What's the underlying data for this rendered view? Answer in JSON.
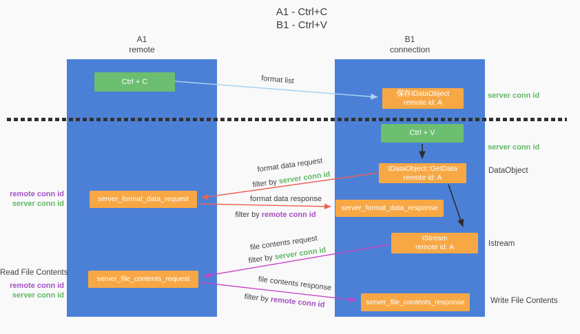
{
  "title": {
    "line1": "A1 - Ctrl+C",
    "line2": "B1 - Ctrl+V"
  },
  "lanes": {
    "a": {
      "title": "A1",
      "subtitle": "remote"
    },
    "b": {
      "title": "B1",
      "subtitle": "connection"
    }
  },
  "boxes": {
    "ctrl_c": {
      "label": "Ctrl + C"
    },
    "save_dataobject": {
      "line1": "保存IDataObject",
      "line2": "remote id: A"
    },
    "ctrl_v": {
      "label": "Ctrl + V"
    },
    "getdata": {
      "line1": "IDataObject::GetData",
      "line2": "remote id: A"
    },
    "format_request": {
      "label": "server_format_data_request"
    },
    "format_response": {
      "label": "server_format_data_response"
    },
    "istream": {
      "line1": "IStream",
      "line2": "remote id: A"
    },
    "file_request": {
      "label": "server_file_contents_request"
    },
    "file_response": {
      "label": "server_file_contents_response"
    }
  },
  "flow_labels": {
    "format_list": "format list",
    "format_data_request": "format data request",
    "format_data_response": "format data response",
    "file_contents_request": "file contents request",
    "file_contents_response": "file contents response",
    "filter_by": "filter by"
  },
  "terms": {
    "server_conn_id": "server conn id",
    "remote_conn_id": "remote conn id"
  },
  "side_labels": {
    "dataobject": "DataObject",
    "istream": "Istream",
    "read_file_contents": "Read File Contents",
    "write_file_contents": "Write File Contents"
  },
  "colors": {
    "lane_blue": "#4b80d6",
    "box_orange": "#f7a845",
    "box_green": "#6cbe70",
    "text_green": "#61b965",
    "text_purple": "#a64fc2",
    "arrow_red": "#ee6155",
    "arrow_magenta": "#c845c8",
    "arrow_blue": "#a9d3f0",
    "arrow_black": "#2b2b2b"
  }
}
